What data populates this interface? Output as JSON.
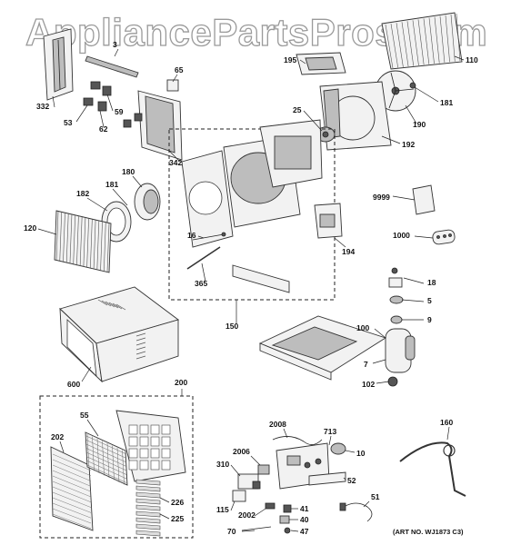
{
  "watermark": "AppliancePartsPros.com",
  "art_number": "(ART NO. WJ1873 C3)",
  "part_labels": {
    "p3": "3",
    "p65": "65",
    "p195": "195",
    "p110": "110",
    "p332": "332",
    "p59": "59",
    "p53": "53",
    "p62": "62",
    "p25": "25",
    "p181a": "181",
    "p190": "190",
    "p342": "342",
    "p192": "192",
    "p180": "180",
    "p181b": "181",
    "p182": "182",
    "p9999": "9999",
    "p120": "120",
    "p16": "16",
    "p194": "194",
    "p1000": "1000",
    "p365": "365",
    "p18": "18",
    "p5": "5",
    "p150": "150",
    "p9": "9",
    "p100": "100",
    "p7": "7",
    "p600": "600",
    "p102": "102",
    "p200": "200",
    "p55": "55",
    "p2008": "2008",
    "p713": "713",
    "p160": "160",
    "p202": "202",
    "p2006": "2006",
    "p10": "10",
    "p310": "310",
    "p52": "52",
    "p226": "226",
    "p115": "115",
    "p51": "51",
    "p2002": "2002",
    "p41": "41",
    "p225": "225",
    "p40": "40",
    "p70": "70",
    "p47": "47"
  }
}
